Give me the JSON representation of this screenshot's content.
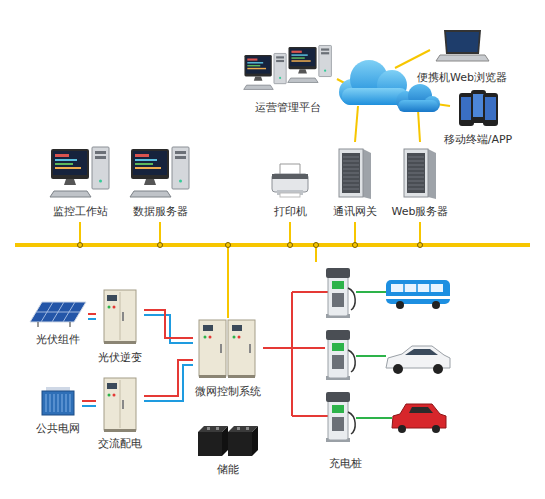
{
  "diagram": {
    "nodes": [
      {
        "text": [
          "运营管理平台"
        ]
      },
      {
        "text": [
          "便携机Web浏览器"
        ]
      },
      {
        "text": [
          "移动终端/APP"
        ]
      },
      {
        "text": [
          "监控工作站"
        ]
      },
      {
        "text": [
          "数据服务器"
        ]
      },
      {
        "text": [
          "打印机"
        ]
      },
      {
        "text": [
          "通讯网关"
        ]
      },
      {
        "text": [
          "Web服务器"
        ]
      },
      {
        "text": [
          "光伏组件"
        ]
      },
      {
        "text": [
          "光伏逆变"
        ]
      },
      {
        "text": [
          "微网控制系统"
        ]
      },
      {
        "text": [
          "充电桩"
        ]
      },
      {
        "text": [
          "公共电网"
        ]
      },
      {
        "text": [
          "交流配电"
        ]
      },
      {
        "text": [
          "储能"
        ]
      }
    ],
    "edges": [
      {
        "from": 8,
        "to": 9,
        "arrow": "none"
      },
      {
        "from": 12,
        "to": 13,
        "arrow": "none"
      },
      {
        "from": 9,
        "to": 10,
        "arrow": "none"
      },
      {
        "from": 13,
        "to": 10,
        "arrow": "none"
      },
      {
        "from": 10,
        "to": 11,
        "arrow": "none"
      }
    ]
  }
}
